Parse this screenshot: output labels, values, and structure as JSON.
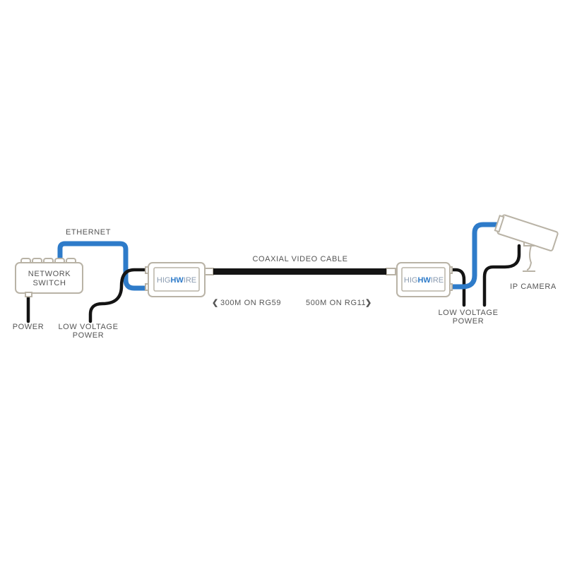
{
  "diagram": {
    "labels": {
      "ethernet": "ETHERNET",
      "network_switch_line1": "NETWORK",
      "network_switch_line2": "SWITCH",
      "power": "POWER",
      "low_voltage_power_left_line1": "LOW VOLTAGE",
      "low_voltage_power_left_line2": "POWER",
      "coaxial_video_cable": "COAXIAL VIDEO CABLE",
      "distance_rg59": "300M ON RG59",
      "distance_rg11": "500M ON RG11",
      "low_voltage_power_right_line1": "LOW VOLTAGE",
      "low_voltage_power_right_line2": "POWER",
      "ip_camera": "IP CAMERA"
    },
    "device_logo": {
      "prefix": "HIG",
      "highlight": "HW",
      "suffix": "IRE"
    },
    "colors": {
      "ethernet_cable": "#2e7bc9",
      "power_cable": "#141414",
      "coax_cable": "#141414",
      "device_outline": "#b9b3a6"
    }
  }
}
